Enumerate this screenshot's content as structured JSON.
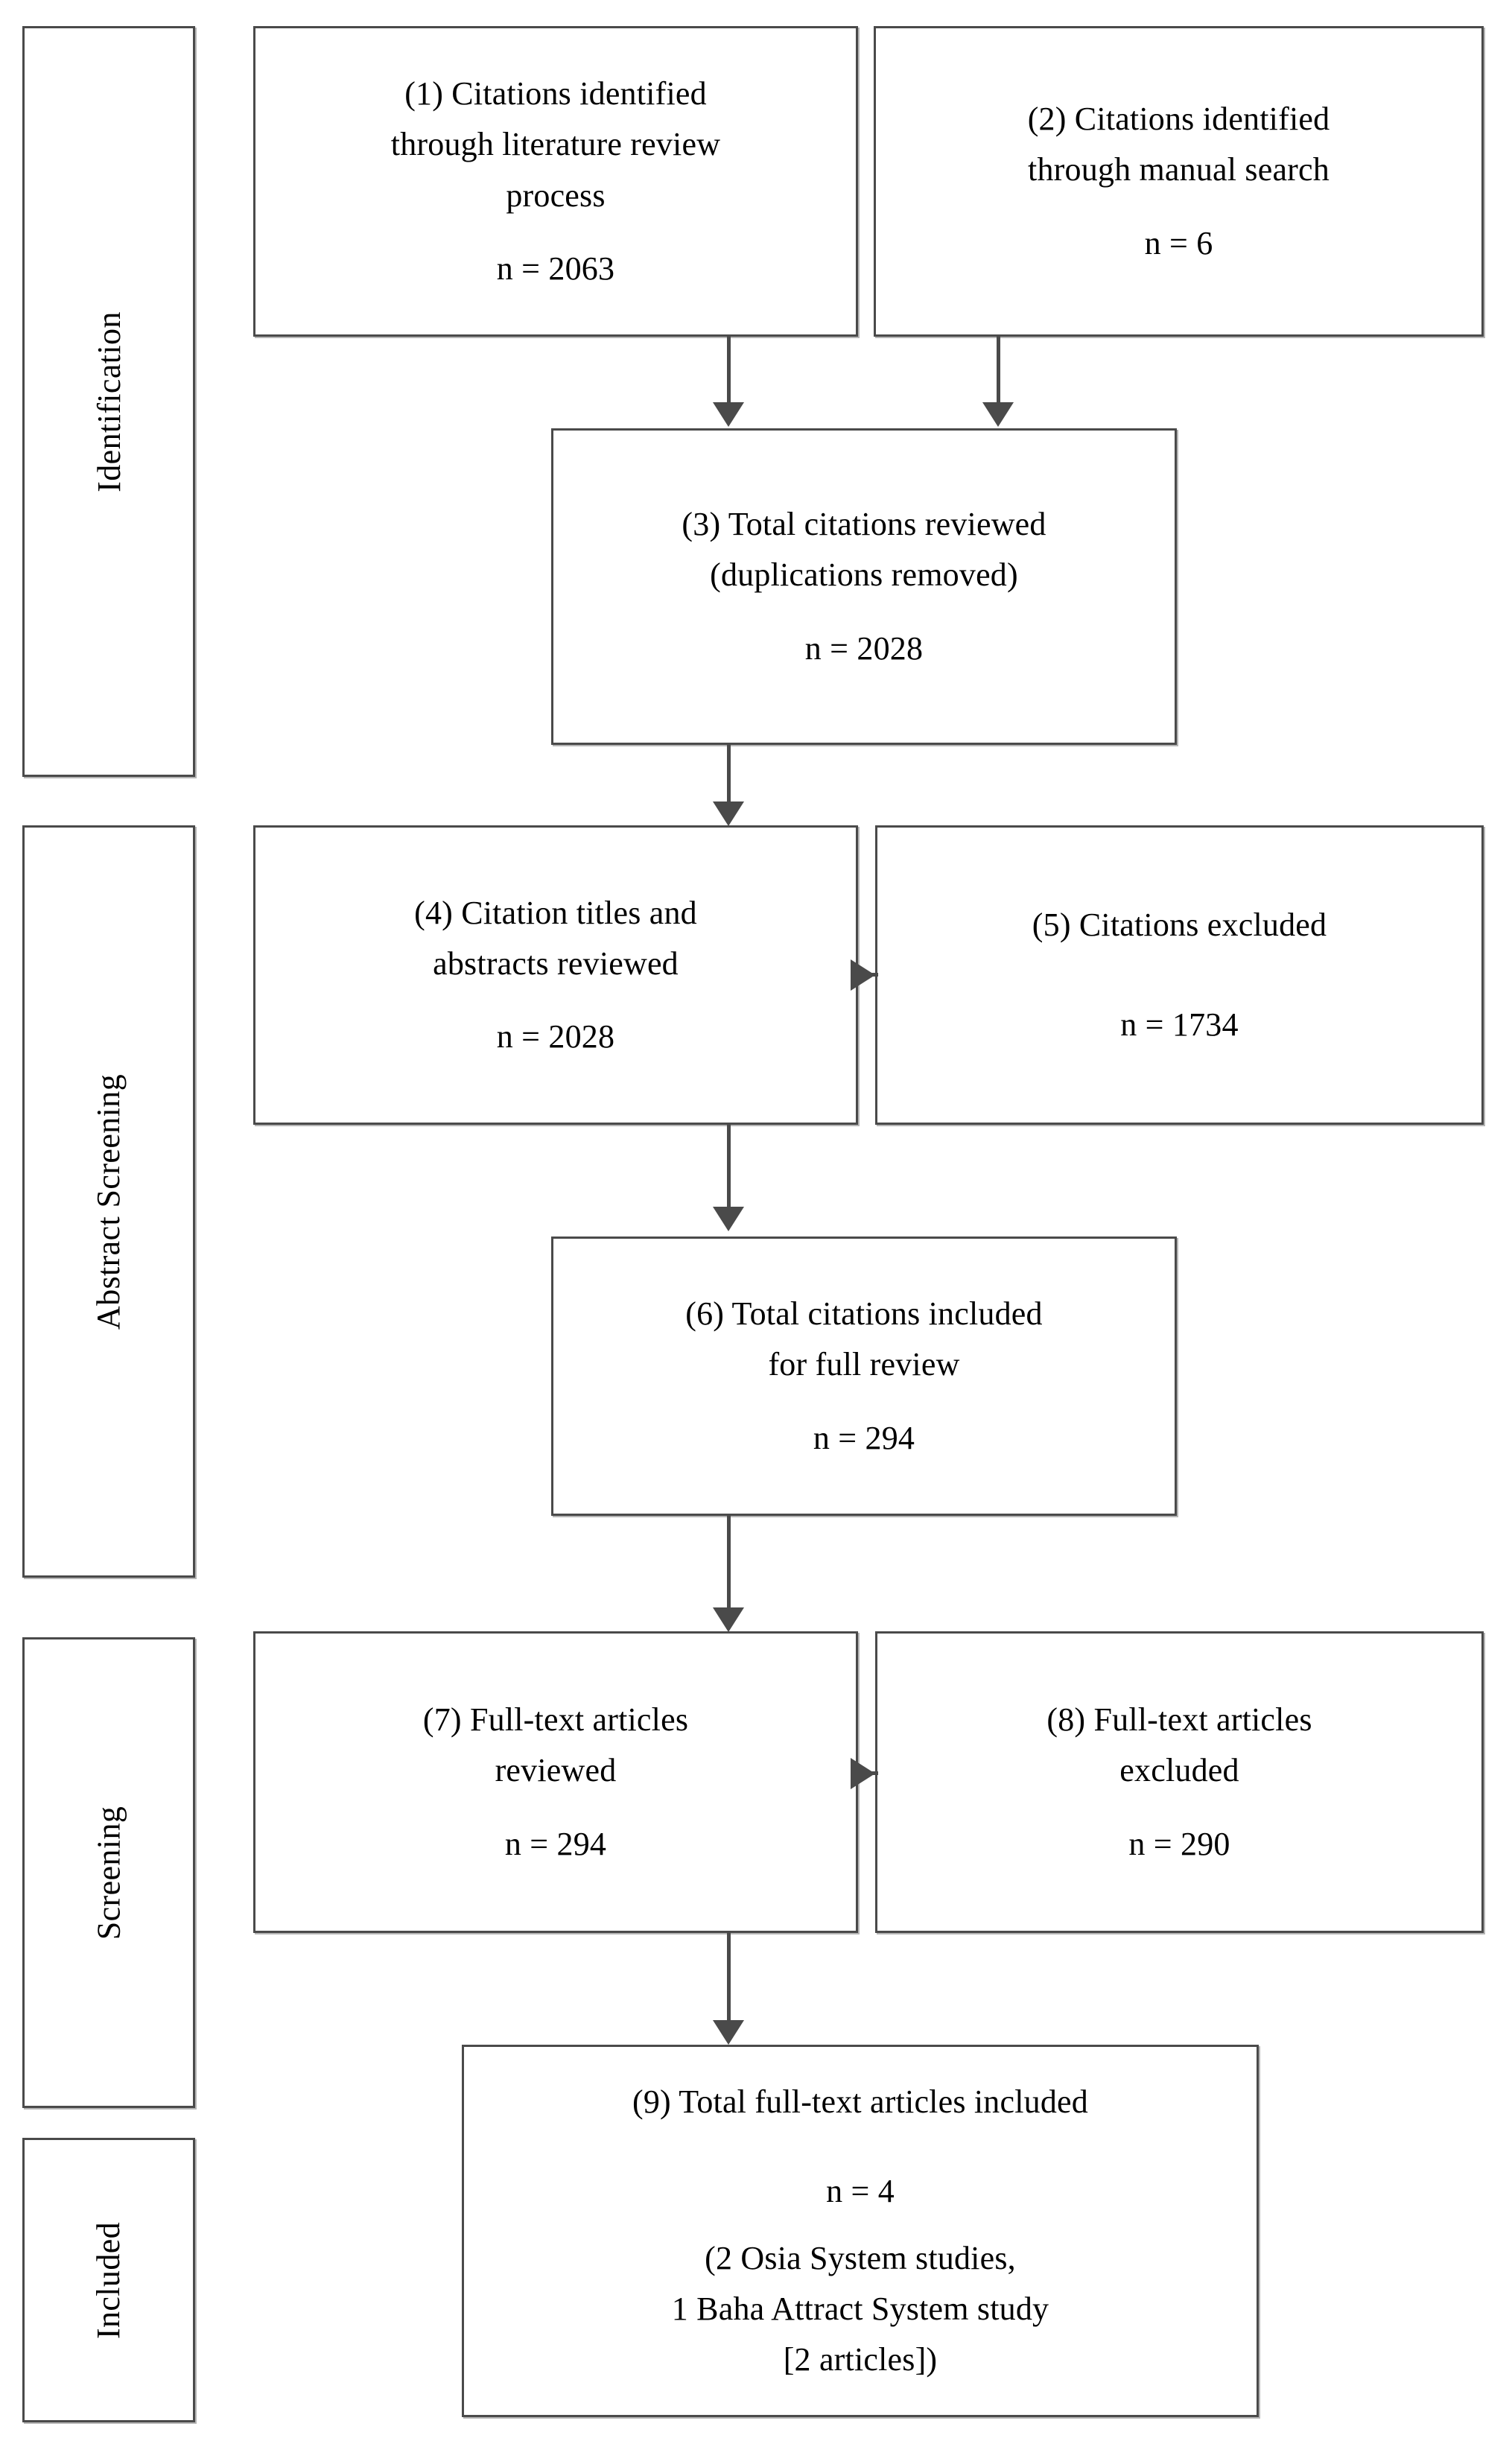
{
  "diagram": {
    "type": "prisma-flow-diagram",
    "stages": [
      {
        "id": "identification",
        "label": "Identification"
      },
      {
        "id": "abstract-screening",
        "label": "Abstract Screening"
      },
      {
        "id": "screening",
        "label": "Screening"
      },
      {
        "id": "included",
        "label": "Included"
      }
    ],
    "nodes": [
      {
        "id": "node-1",
        "number": "(1)",
        "lines": [
          "(1) Citations identified",
          "through literature review",
          "process"
        ],
        "count_label": "n = 2063",
        "count_value": 2063
      },
      {
        "id": "node-2",
        "number": "(2)",
        "lines": [
          "(2) Citations identified",
          "through manual search"
        ],
        "count_label": "n = 6",
        "count_value": 6
      },
      {
        "id": "node-3",
        "number": "(3)",
        "lines": [
          "(3) Total citations reviewed",
          "(duplications removed)"
        ],
        "count_label": "n = 2028",
        "count_value": 2028
      },
      {
        "id": "node-4",
        "number": "(4)",
        "lines": [
          "(4) Citation titles and",
          "abstracts reviewed"
        ],
        "count_label": "n = 2028",
        "count_value": 2028
      },
      {
        "id": "node-5",
        "number": "(5)",
        "lines": [
          "(5) Citations excluded"
        ],
        "count_label": "n = 1734",
        "count_value": 1734
      },
      {
        "id": "node-6",
        "number": "(6)",
        "lines": [
          "(6) Total citations included",
          "for full review"
        ],
        "count_label": "n = 294",
        "count_value": 294
      },
      {
        "id": "node-7",
        "number": "(7)",
        "lines": [
          "(7) Full-text articles",
          "reviewed"
        ],
        "count_label": "n = 294",
        "count_value": 294
      },
      {
        "id": "node-8",
        "number": "(8)",
        "lines": [
          "(8) Full-text articles",
          "excluded"
        ],
        "count_label": "n = 290",
        "count_value": 290
      },
      {
        "id": "node-9",
        "number": "(9)",
        "lines": [
          "(9) Total full-text articles included"
        ],
        "count_label": "n = 4",
        "count_value": 4,
        "detail_lines": [
          "(2 Osia System studies,",
          "1 Baha Attract System study",
          "[2 articles])"
        ]
      }
    ],
    "edges": [
      {
        "from": "node-1",
        "to": "node-3",
        "direction": "down"
      },
      {
        "from": "node-2",
        "to": "node-3",
        "direction": "down"
      },
      {
        "from": "node-3",
        "to": "node-4",
        "direction": "down"
      },
      {
        "from": "node-4",
        "to": "node-5",
        "direction": "right"
      },
      {
        "from": "node-4",
        "to": "node-6",
        "direction": "down"
      },
      {
        "from": "node-6",
        "to": "node-7",
        "direction": "down"
      },
      {
        "from": "node-7",
        "to": "node-8",
        "direction": "right"
      },
      {
        "from": "node-7",
        "to": "node-9",
        "direction": "down"
      }
    ],
    "colors": {
      "border": "#4a4a4a",
      "shadow": "#b5b5b5",
      "background": "#ffffff",
      "text": "#000000",
      "connector": "#4a4a4a"
    }
  },
  "text": {
    "n1_l1": "(1) Citations identified",
    "n1_l2": "through literature review",
    "n1_l3": "process",
    "n1_n": "n = 2063",
    "n2_l1": "(2) Citations identified",
    "n2_l2": "through manual search",
    "n2_n": "n = 6",
    "n3_l1": "(3) Total citations reviewed",
    "n3_l2": "(duplications removed)",
    "n3_n": "n = 2028",
    "n4_l1": "(4) Citation titles and",
    "n4_l2": "abstracts reviewed",
    "n4_n": "n = 2028",
    "n5_l1": "(5) Citations excluded",
    "n5_n": "n = 1734",
    "n6_l1": "(6) Total citations included",
    "n6_l2": "for full review",
    "n6_n": "n = 294",
    "n7_l1": "(7) Full-text articles",
    "n7_l2": "reviewed",
    "n7_n": "n = 294",
    "n8_l1": "(8) Full-text articles",
    "n8_l2": "excluded",
    "n8_n": "n = 290",
    "n9_l1": "(9) Total full-text articles included",
    "n9_n": "n = 4",
    "n9_d1": "(2 Osia System studies,",
    "n9_d2": "1 Baha Attract System study",
    "n9_d3": "[2 articles])",
    "stage1": "Identification",
    "stage2": "Abstract Screening",
    "stage3": "Screening",
    "stage4": "Included"
  }
}
